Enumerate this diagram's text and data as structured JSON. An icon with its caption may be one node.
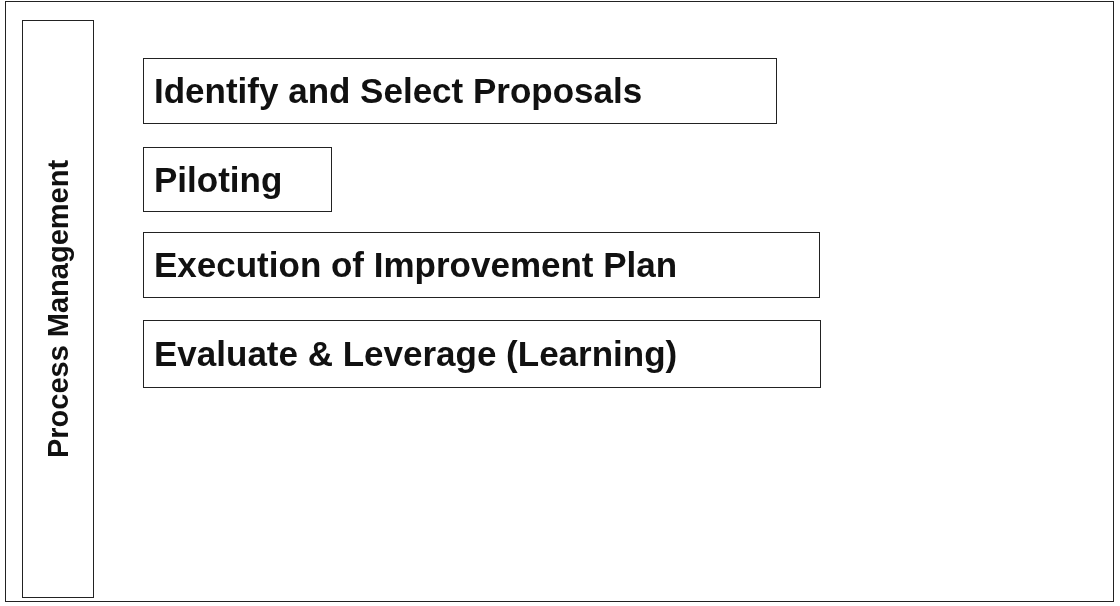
{
  "diagram": {
    "nodes": [
      {
        "text": [
          "Process Management"
        ]
      },
      {
        "text": [
          "Identify and Select Proposals"
        ]
      },
      {
        "text": [
          "Piloting"
        ]
      },
      {
        "text": [
          "Execution of Improvement Plan"
        ]
      },
      {
        "text": [
          "Evaluate & Leverage (Learning)"
        ]
      }
    ]
  }
}
